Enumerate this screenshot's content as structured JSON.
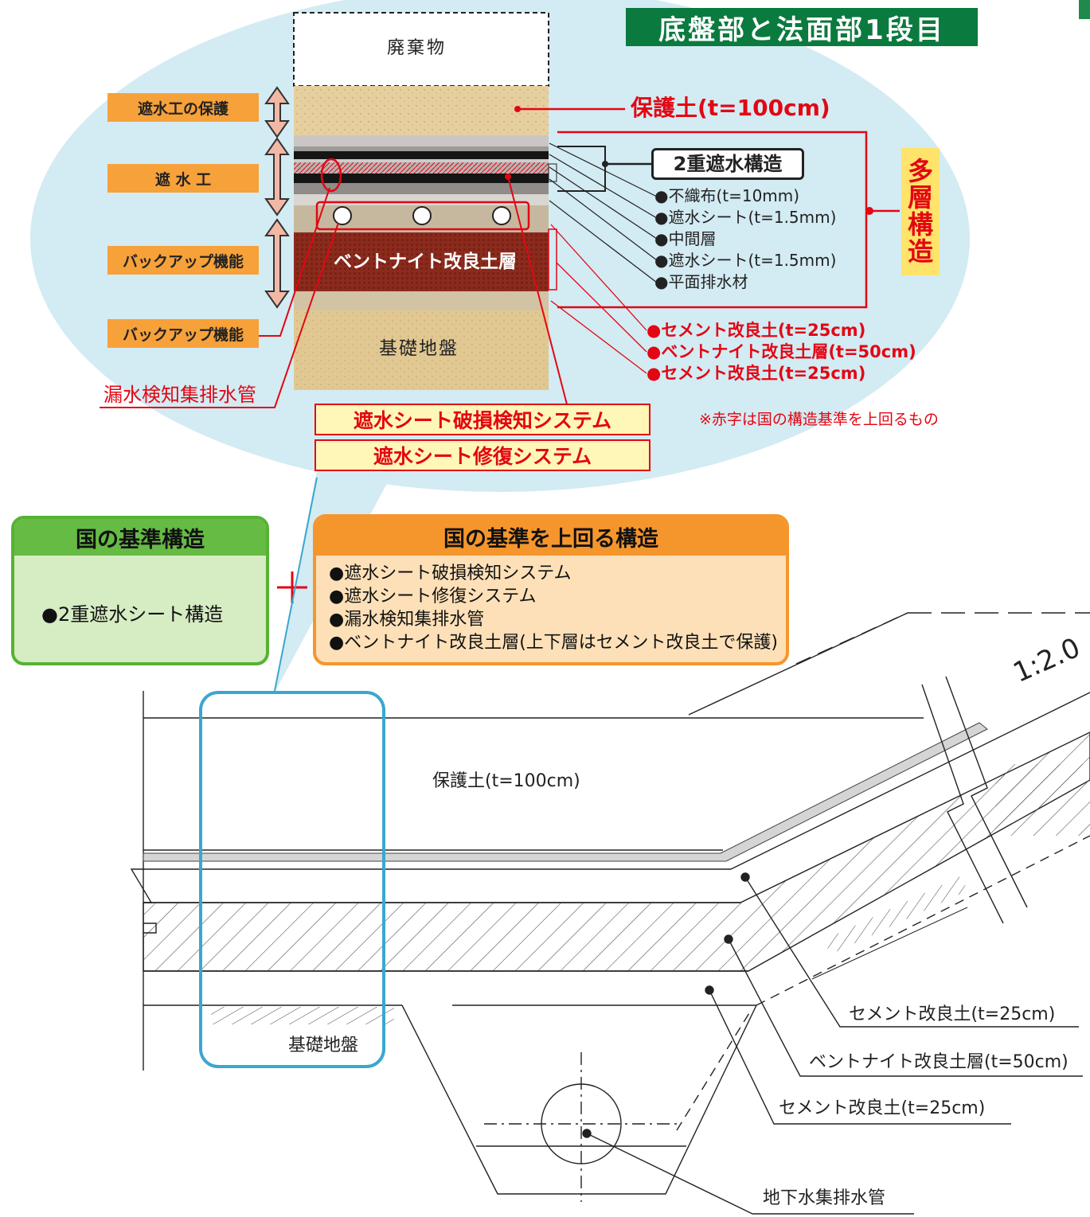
{
  "title": "底盤部と法面部1段目",
  "colors": {
    "red": "#e30613",
    "title_green": "#0b7a3e",
    "orange": "#f7a13a",
    "bubble": "#d3ebf3",
    "frame_blue": "#3aa7d0"
  },
  "section": {
    "waste": "廃棄物",
    "foundation": "基礎地盤",
    "bentonite_band": "ベントナイト改良土層"
  },
  "function_labels": [
    "遮水工の保護",
    "遮 水 工",
    "バックアップ機能",
    "バックアップ機能"
  ],
  "protect_soil": "保護土(t=100cm)",
  "double_barrier": "2重遮水構造",
  "barrier_layers": [
    "●不織布(t=10mm)",
    "●遮水シート(t=1.5mm)",
    "●中間層",
    "●遮水シート(t=1.5mm)",
    "●平面排水材"
  ],
  "multilayer": [
    "多",
    "層",
    "構",
    "造"
  ],
  "red_layers": [
    "●セメント改良土(t=25cm)",
    "●ベントナイト改良土層(t=50cm)",
    "●セメント改良土(t=25cm)"
  ],
  "leak_pipe": "漏水検知集排水管",
  "systems": [
    "遮水シート破損検知システム",
    "遮水シート修復システム"
  ],
  "note": "※赤字は国の構造基準を上回るもの",
  "national": {
    "heading": "国の基準構造",
    "item": "●2重遮水シート構造"
  },
  "plus": "+",
  "exceed": {
    "heading": "国の基準を上回る構造",
    "items": [
      "●遮水シート破損検知システム",
      "●遮水シート修復システム",
      "●漏水検知集排水管",
      "●ベントナイト改良土層(上下層はセメント改良土で保護)"
    ]
  },
  "drawing": {
    "protect": "保護土(t=100cm)",
    "ground": "基礎地盤",
    "slope": "1:2.0",
    "callouts": [
      "セメント改良土(t=25cm)",
      "ベントナイト改良土層(t=50cm)",
      "セメント改良土(t=25cm)",
      "地下水集排水管"
    ]
  }
}
